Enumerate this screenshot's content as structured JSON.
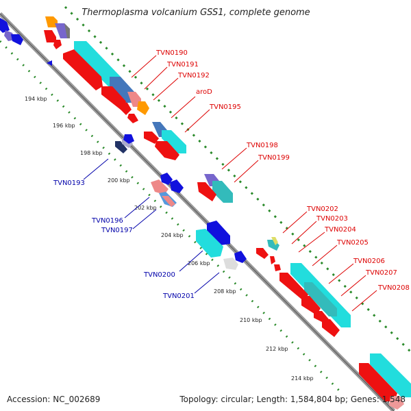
{
  "title": "Thermoplasma volcanium GSS1, complete genome",
  "footer": {
    "accession": "Accession: NC_002689",
    "topology": "Topology: circular; Length: 1,584,804 bp; Genes: 1,548"
  },
  "colors": {
    "plus_label": "#dd0000",
    "minus_label": "#0000aa",
    "backbone": "#888888",
    "gc_dots": "#2a8a2a",
    "cds_red": "#ee1111",
    "cds_cyan": "#22dddd",
    "cds_blue": "#1111dd"
  },
  "ticks": [
    "194 kbp",
    "196 kbp",
    "198 kbp",
    "200 kbp",
    "202 kbp",
    "204 kbp",
    "206 kbp",
    "208 kbp",
    "210 kbp",
    "212 kbp",
    "214 kbp"
  ],
  "labels_plus": [
    "TVN0190",
    "TVN0191",
    "TVN0192",
    "aroD",
    "TVN0195",
    "TVN0198",
    "TVN0199",
    "TVN0202",
    "TVN0203",
    "TVN0204",
    "TVN0205",
    "TVN0206",
    "TVN0207",
    "TVN0208"
  ],
  "labels_minus": [
    "TVN0193",
    "TVN0196",
    "TVN0197",
    "TVN0200",
    "TVN0201"
  ]
}
